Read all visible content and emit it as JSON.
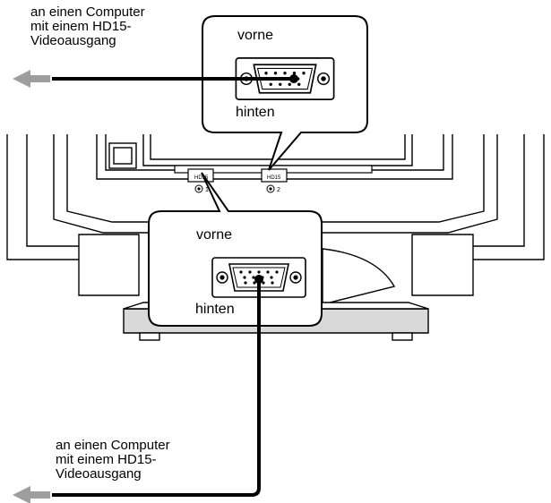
{
  "labels": {
    "top_target_line1": "an einen Computer",
    "top_target_line2": "mit einem HD15-",
    "top_target_line3": "Videoausgang",
    "top_front": "vorne",
    "top_back": "hinten",
    "bottom_front": "vorne",
    "bottom_back": "hinten",
    "bottom_target_line1": "an einen Computer",
    "bottom_target_line2": "mit einem HD15-",
    "bottom_target_line3": "Videoausgang",
    "port_1_label": "HD15",
    "port_2_label": "HD15",
    "port_1_number": "1",
    "port_2_number": "2"
  },
  "colors": {
    "line": "#000000",
    "fill_light": "#ffffff",
    "fill_grey": "#d9d9d9",
    "arrow": "#9e9e9e"
  },
  "icons": {
    "connector": "hd15-d-sub-connector-icon",
    "arrow": "arrow-left-icon",
    "input": "input-port-icon"
  }
}
